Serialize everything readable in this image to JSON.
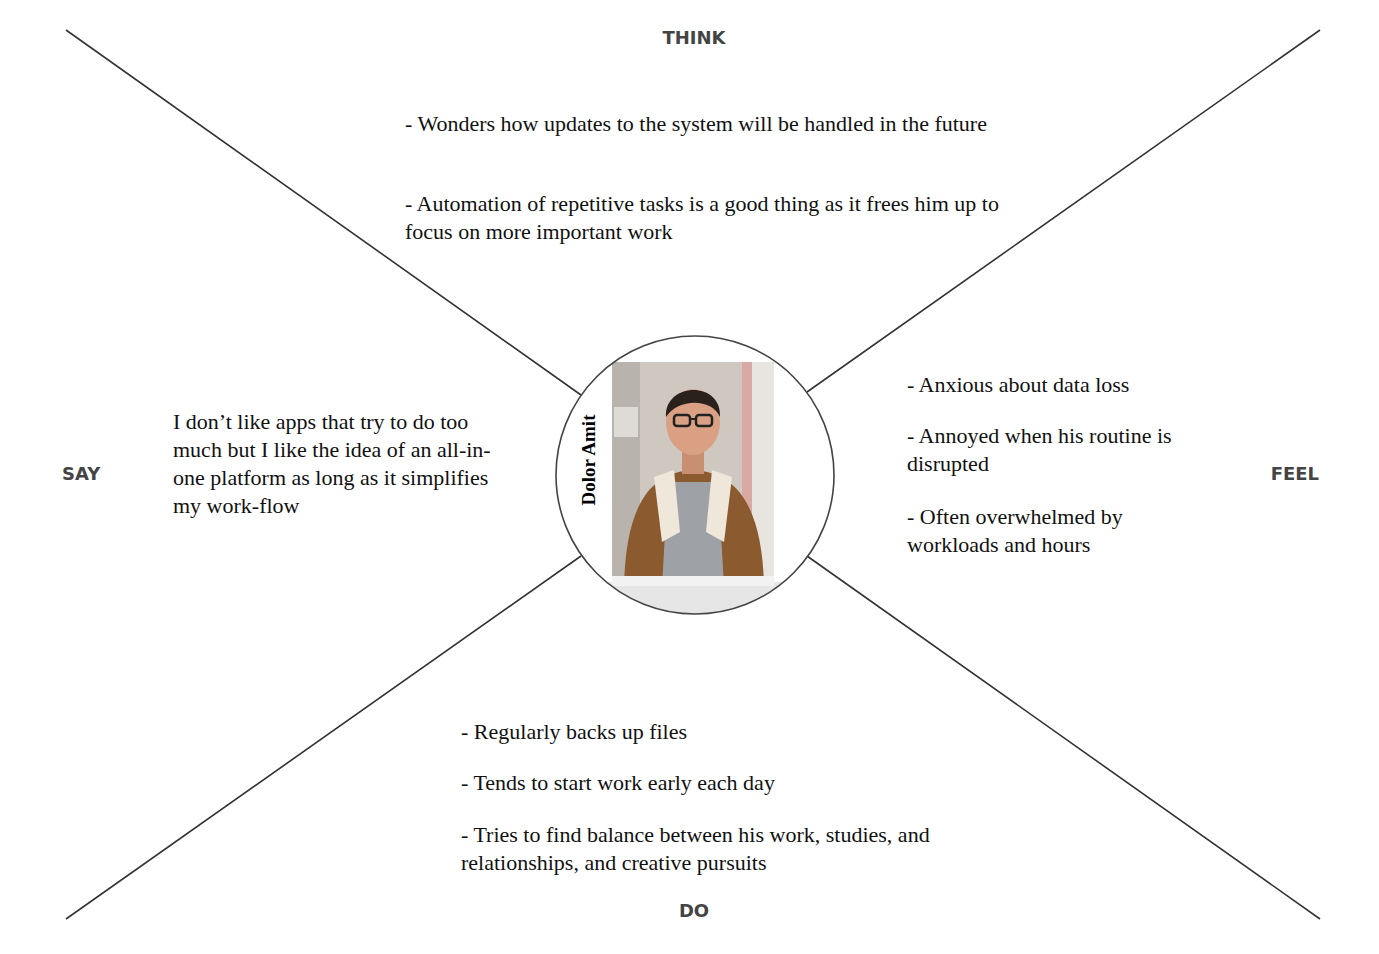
{
  "diagram": {
    "nodes": [
      {
        "text": [
          "Dolor Amit"
        ]
      }
    ],
    "labels": [
      "THINK",
      "- Wonders how updates to the system will be handled in the future",
      "- Automation of repetitive tasks is a good thing as it frees him up to focus on more important work",
      "SAY",
      "I don’t like apps that try to do too much but I like the idea of an all-in-one platform as long as it simplifies my work-flow",
      "FEEL",
      "- Anxious about data loss",
      "- Annoyed when his routine is disrupted",
      "- Often overwhelmed by workloads and hours",
      "DO",
      "- Regularly backs up files",
      "- Tends to start work early each day",
      "- Tries to find balance between his work, studies, and relationships, and creative pursuits"
    ]
  }
}
